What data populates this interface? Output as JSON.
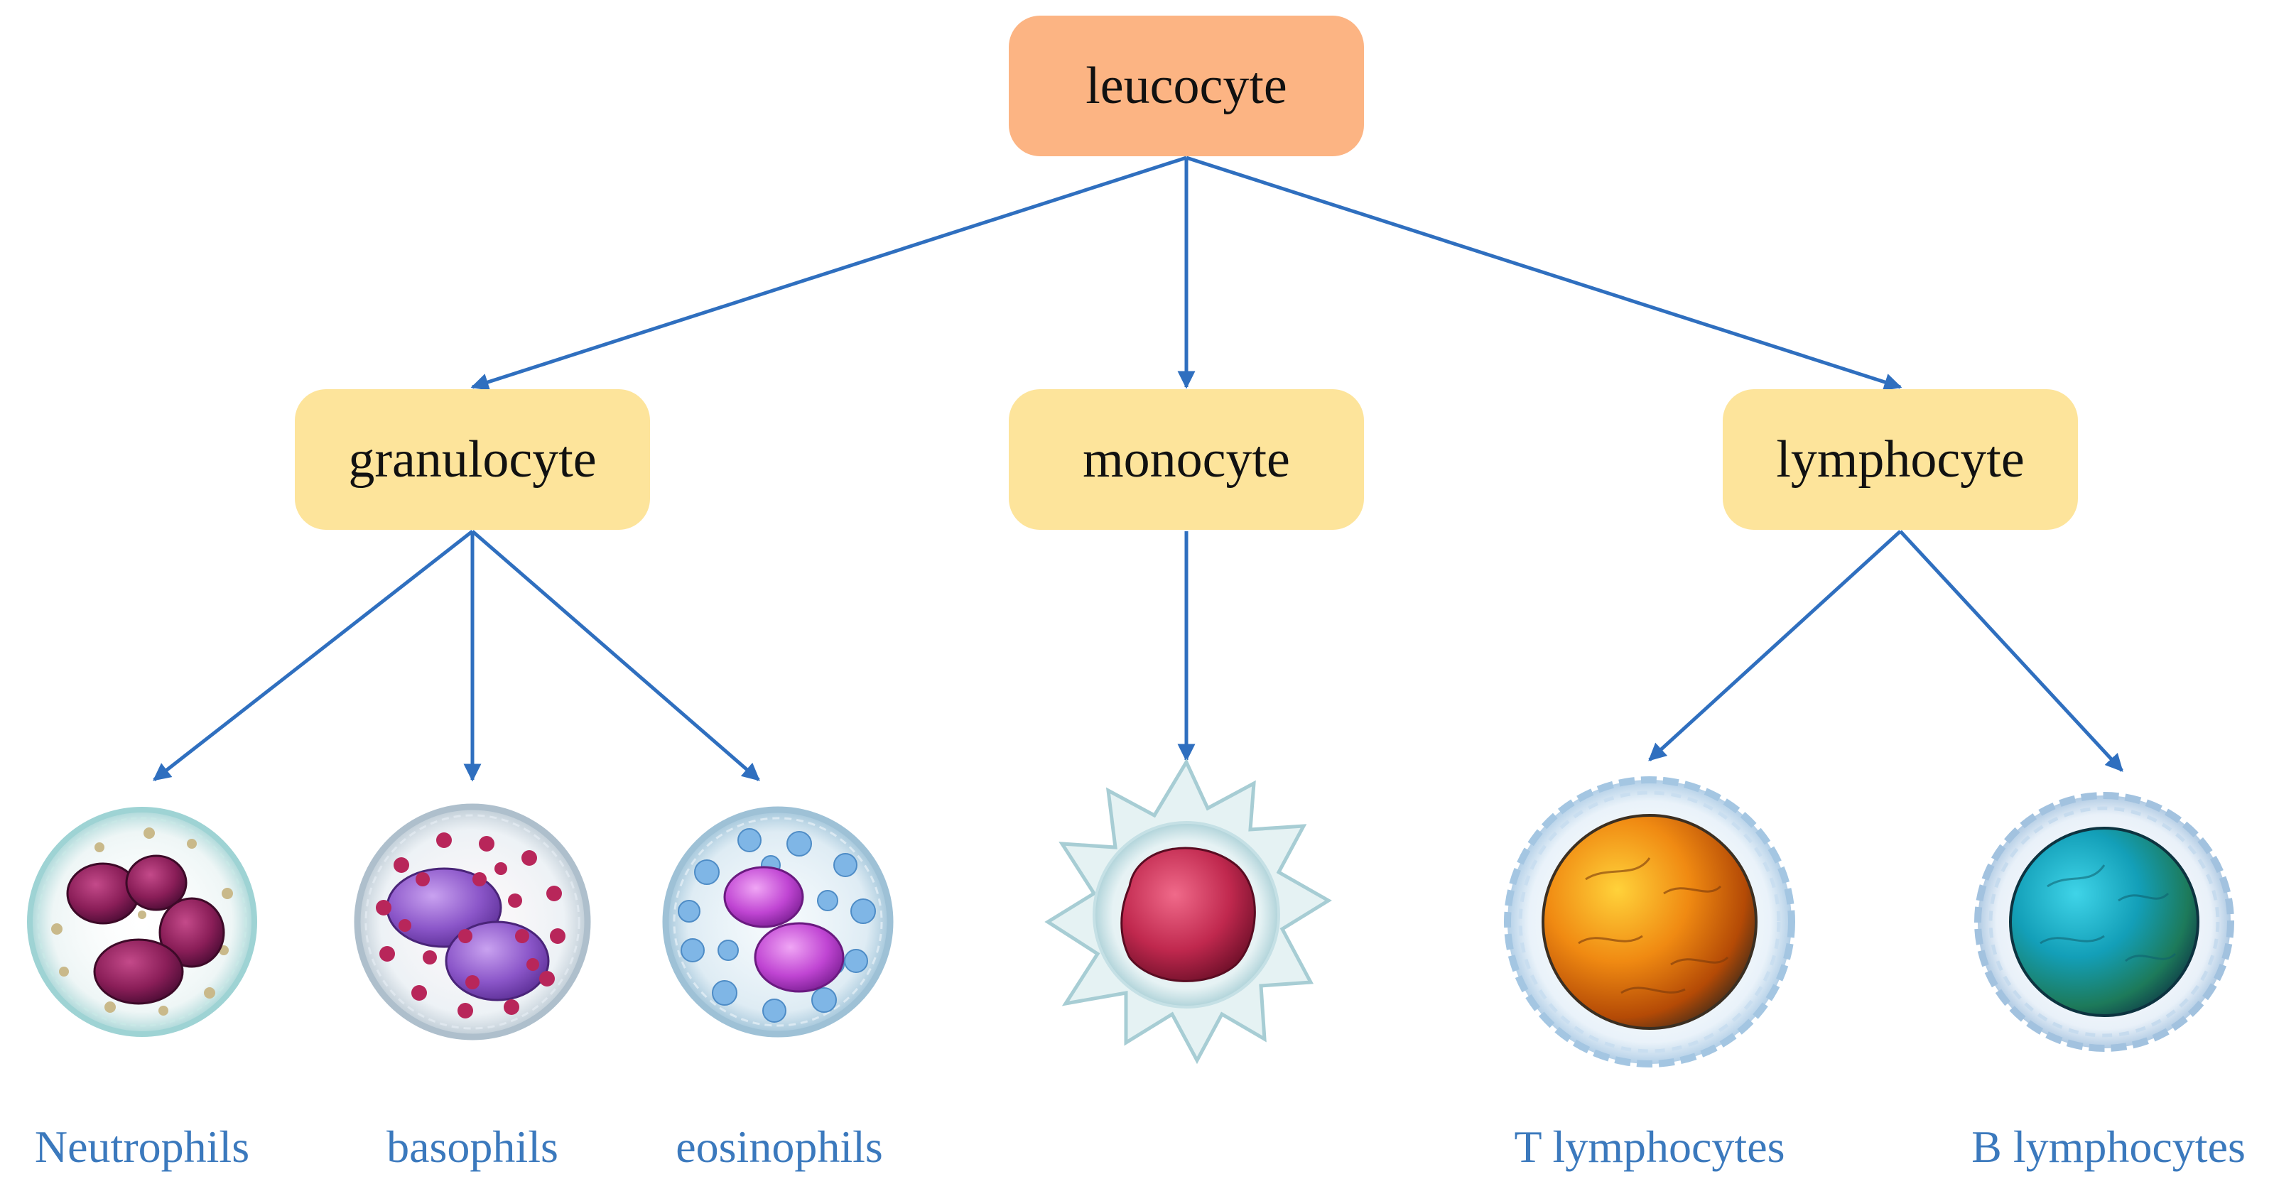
{
  "root": {
    "label": "leucocyte",
    "color": "#fcb483"
  },
  "categories": [
    {
      "id": "granulocyte",
      "label": "granulocyte",
      "color": "#fde49b"
    },
    {
      "id": "monocyte",
      "label": "monocyte",
      "color": "#fde49b"
    },
    {
      "id": "lymphocyte",
      "label": "lymphocyte",
      "color": "#fde49b"
    }
  ],
  "cells": [
    {
      "id": "neutrophils",
      "label": "Neutrophils",
      "parent": "granulocyte",
      "icon": "neutrophil-cell-icon"
    },
    {
      "id": "basophils",
      "label": "basophils",
      "parent": "granulocyte",
      "icon": "basophil-cell-icon"
    },
    {
      "id": "eosinophils",
      "label": "eosinophils",
      "parent": "granulocyte",
      "icon": "eosinophil-cell-icon"
    },
    {
      "id": "monocyte-cell",
      "label": "",
      "parent": "monocyte",
      "icon": "monocyte-cell-icon"
    },
    {
      "id": "t-lymphocytes",
      "label": "T lymphocytes",
      "parent": "lymphocyte",
      "icon": "t-lymphocyte-cell-icon"
    },
    {
      "id": "b-lymphocytes",
      "label": "B lymphocytes",
      "parent": "lymphocyte",
      "icon": "b-lymphocyte-cell-icon"
    }
  ],
  "colors": {
    "arrow": "#2f6fbf",
    "label_text": "#3b79bd",
    "node_text": "#111111"
  }
}
